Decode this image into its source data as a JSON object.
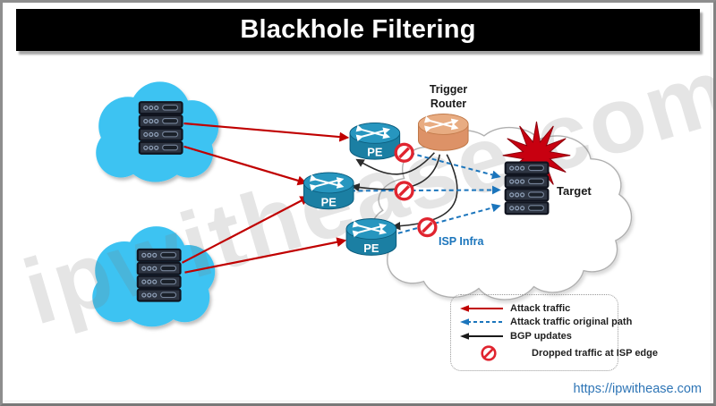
{
  "title": "Blackhole Filtering",
  "watermark": "ipwithease.com",
  "footer": {
    "url": "https://ipwithease.com"
  },
  "diagram": {
    "pe_label": "PE",
    "trigger_router_label": "Trigger Router",
    "target_label": "Target",
    "isp_label": "ISP Infra"
  },
  "legend": {
    "items": [
      {
        "symbol": "red-solid-arrow",
        "label": "Attack traffic"
      },
      {
        "symbol": "blue-dashed-arrow",
        "label": "Attack traffic original path"
      },
      {
        "symbol": "black-solid-arrow",
        "label": "BGP updates"
      },
      {
        "symbol": "dropped-traffic-sign",
        "label": "Dropped traffic at ISP edge"
      }
    ]
  },
  "colors": {
    "attack_red": "#C00000",
    "original_path_blue": "#1B75BC",
    "bgp_black": "#2b2b2b",
    "cloud_cyan": "#3EC3F2",
    "router_teal": "#1B7FA3",
    "trigger_orange": "#DD9267",
    "star_red": "#C80010",
    "link_blue": "#2E75B6"
  }
}
